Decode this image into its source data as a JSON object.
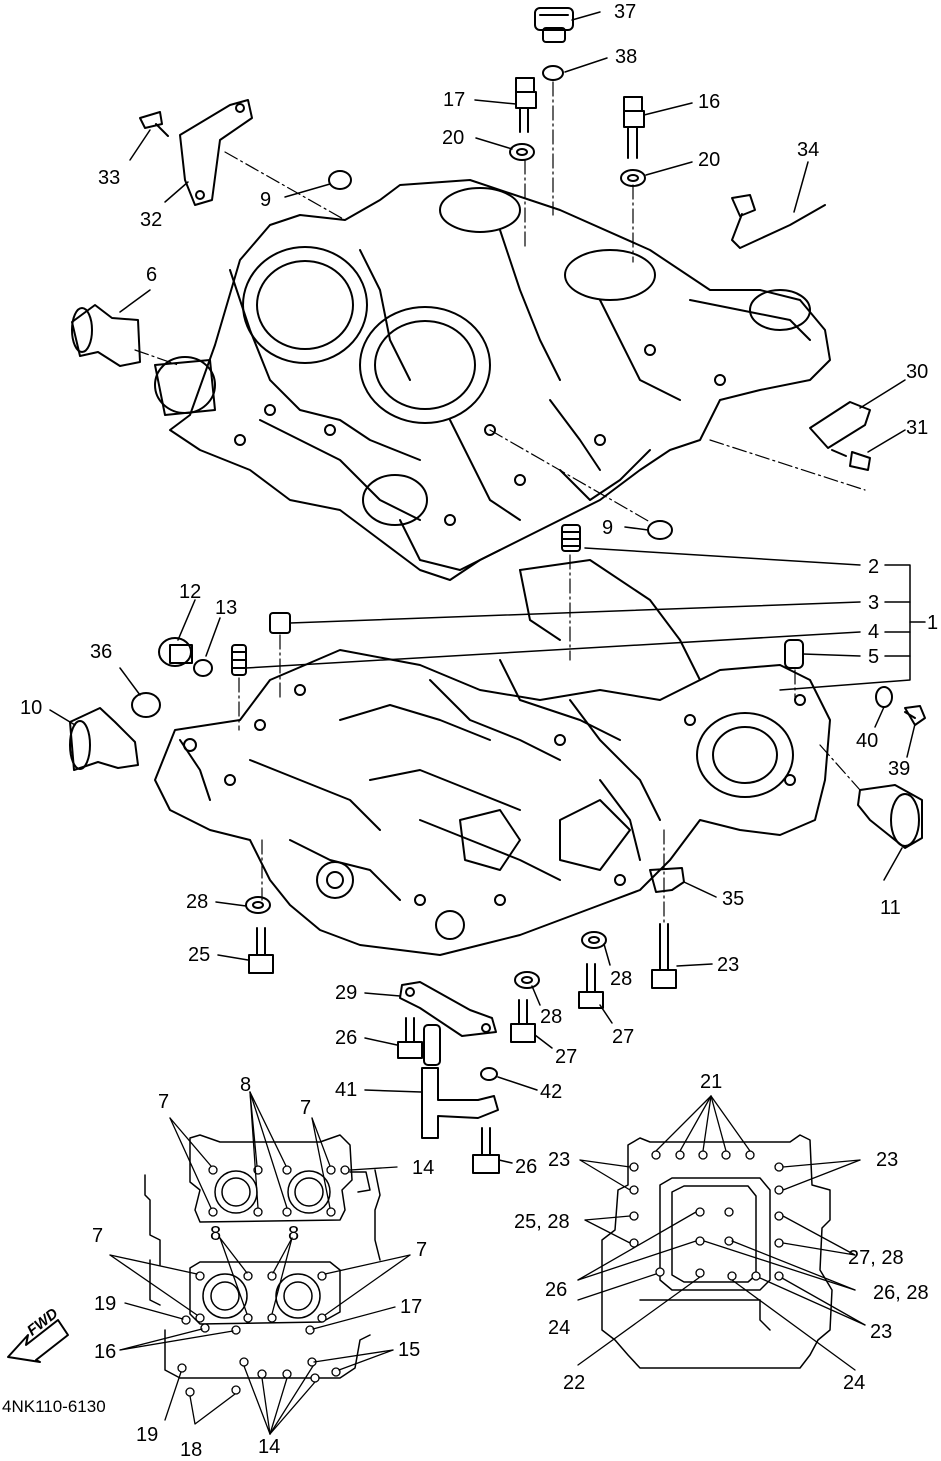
{
  "diagram": {
    "part_code": "4NK110-6130",
    "fwd_label": "FWD",
    "callouts": [
      "37",
      "38",
      "17",
      "16",
      "20",
      "20",
      "34",
      "33",
      "32",
      "9",
      "6",
      "30",
      "31",
      "9",
      "2",
      "3",
      "1",
      "4",
      "5",
      "12",
      "13",
      "36",
      "10",
      "40",
      "39",
      "11",
      "28",
      "35",
      "25",
      "23",
      "29",
      "28",
      "28",
      "27",
      "26",
      "27",
      "41",
      "42",
      "21",
      "7",
      "8",
      "7",
      "14",
      "26",
      "23",
      "23",
      "25, 28",
      "27, 28",
      "7",
      "8",
      "8",
      "7",
      "26",
      "26, 28",
      "19",
      "17",
      "24",
      "23",
      "16",
      "15",
      "22",
      "24",
      "19",
      "18",
      "14"
    ]
  }
}
